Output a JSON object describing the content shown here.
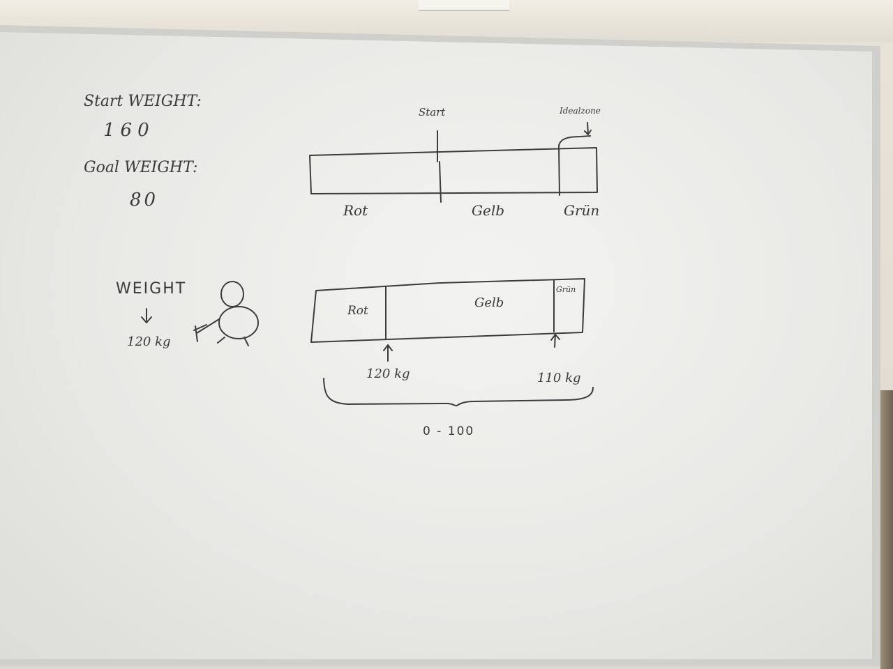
{
  "notes": {
    "start_weight_label": "Start WEIGHT:",
    "start_weight_value": "160",
    "goal_weight_label": "Goal WEIGHT:",
    "goal_weight_value": "80",
    "weight_label": "WEIGHT",
    "weight_arrow": "↓",
    "weight_value": "120 kg"
  },
  "top_bar": {
    "start_label": "Start",
    "target_zone_label": "Idealzone",
    "segment_labels": [
      "Rot",
      "Gelb",
      "Grün"
    ]
  },
  "bottom_bar": {
    "segment_labels": [
      "Rot",
      "Gelb",
      "Grün"
    ],
    "marker_left": "120 kg",
    "marker_right": "110 kg",
    "range": "0 - 100"
  }
}
